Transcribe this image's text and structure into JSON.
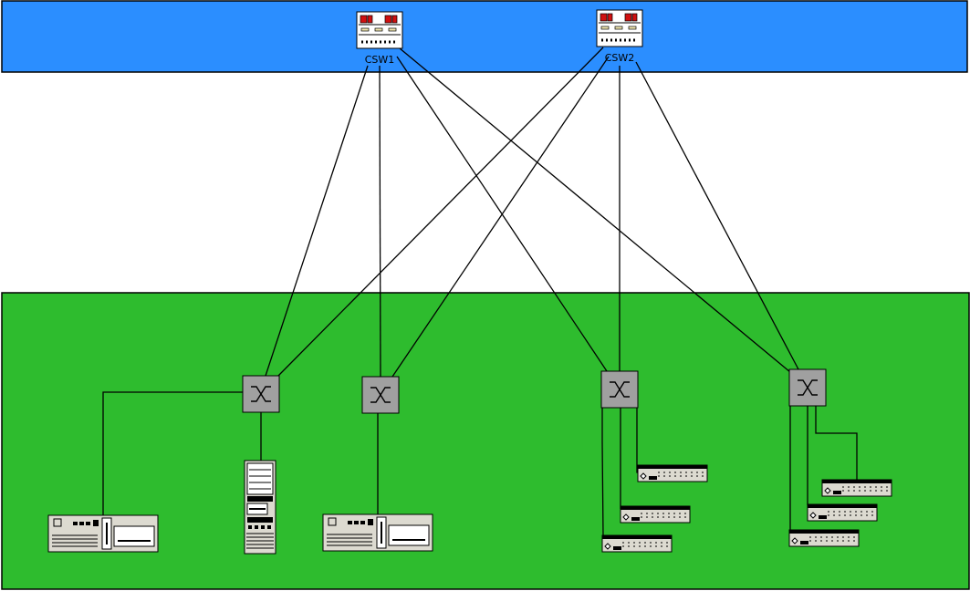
{
  "colors": {
    "core_zone": "#2B8EFF",
    "access_zone": "#2EBC2E",
    "line": "#000000",
    "switch_fill": "#A0A0A0",
    "device_fill": "#DCDAD0",
    "led_red": "#D01010"
  },
  "core_switches": [
    {
      "id": "csw1",
      "label": "CSW1",
      "icon": "core-switch-icon"
    },
    {
      "id": "csw2",
      "label": "CSW2",
      "icon": "core-switch-icon"
    }
  ],
  "access_switches": [
    {
      "id": "asw1",
      "icon": "switch-icon"
    },
    {
      "id": "asw2",
      "icon": "switch-icon"
    },
    {
      "id": "asw3",
      "icon": "switch-icon"
    },
    {
      "id": "asw4",
      "icon": "switch-icon"
    }
  ],
  "end_devices": [
    {
      "id": "dev1",
      "type": "desktop",
      "icon": "desktop-computer-icon",
      "connected_to": "asw1"
    },
    {
      "id": "dev2",
      "type": "tower",
      "icon": "tower-server-icon",
      "connected_to": "asw1"
    },
    {
      "id": "dev3",
      "type": "desktop",
      "icon": "desktop-computer-icon",
      "connected_to": "asw2"
    },
    {
      "id": "dev4",
      "type": "rack",
      "icon": "rack-unit-icon",
      "connected_to": "asw3"
    },
    {
      "id": "dev5",
      "type": "rack",
      "icon": "rack-unit-icon",
      "connected_to": "asw3"
    },
    {
      "id": "dev6",
      "type": "rack",
      "icon": "rack-unit-icon",
      "connected_to": "asw3"
    },
    {
      "id": "dev7",
      "type": "rack",
      "icon": "rack-unit-icon",
      "connected_to": "asw4"
    },
    {
      "id": "dev8",
      "type": "rack",
      "icon": "rack-unit-icon",
      "connected_to": "asw4"
    },
    {
      "id": "dev9",
      "type": "rack",
      "icon": "rack-unit-icon",
      "connected_to": "asw4"
    }
  ],
  "uplinks": [
    [
      "csw1",
      "asw1"
    ],
    [
      "csw1",
      "asw2"
    ],
    [
      "csw1",
      "asw3"
    ],
    [
      "csw1",
      "asw4"
    ],
    [
      "csw2",
      "asw1"
    ],
    [
      "csw2",
      "asw2"
    ],
    [
      "csw2",
      "asw3"
    ],
    [
      "csw2",
      "asw4"
    ]
  ]
}
